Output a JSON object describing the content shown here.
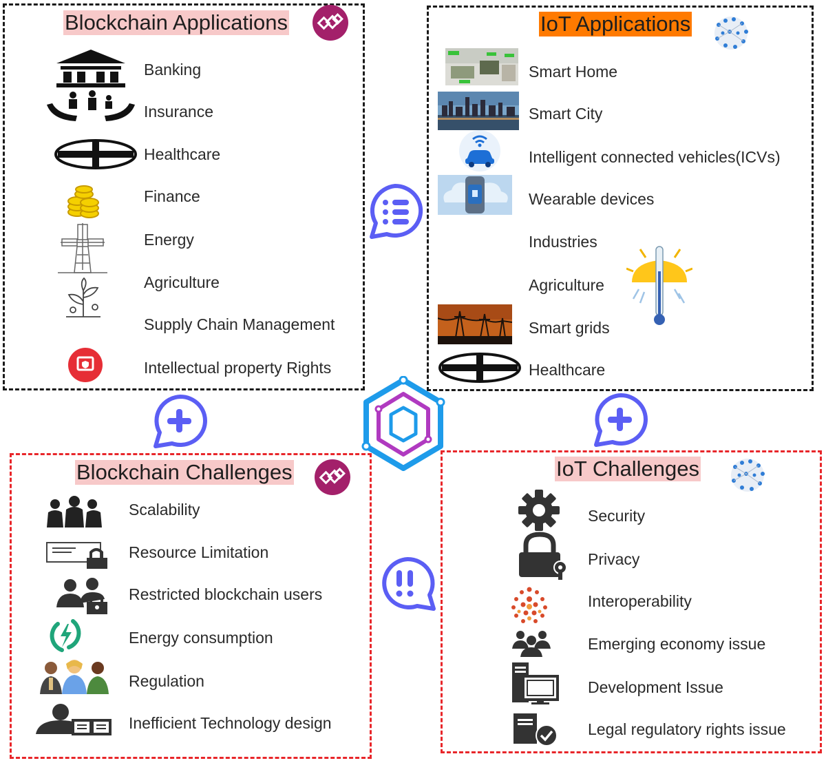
{
  "blockchain_applications": {
    "title": "Blockchain Applications",
    "items": [
      "Banking",
      "Insurance",
      "Healthcare",
      "Finance",
      "Energy",
      "Agriculture",
      "Supply Chain Management",
      "Intellectual property Rights"
    ]
  },
  "iot_applications": {
    "title": "IoT Applications",
    "items": [
      "Smart Home",
      "Smart City",
      "Intelligent connected vehicles(ICVs)",
      "Wearable devices",
      "Industries",
      "Agriculture",
      "Smart grids",
      "Healthcare"
    ]
  },
  "blockchain_challenges": {
    "title": "Blockchain Challenges",
    "items": [
      "Scalability",
      "Resource Limitation",
      "Restricted blockchain users",
      "Energy consumption",
      "Regulation",
      "Inefficient Technology design"
    ]
  },
  "iot_challenges": {
    "title": "IoT Challenges",
    "items": [
      "Security",
      "Privacy",
      "Interoperability",
      "Emerging economy issue",
      "Development Issue",
      "Legal regulatory rights issue"
    ]
  },
  "colors": {
    "black_border": "#1a1a1a",
    "red_border": "#e8262a",
    "title_pink": "#f7c9c9",
    "title_orange": "#ff7a00",
    "bubble_blue": "#5b5ef4",
    "logo_blue": "#1e9bea",
    "logo_purple": "#b03ac0",
    "blockchain_badge": "#a3206a"
  }
}
